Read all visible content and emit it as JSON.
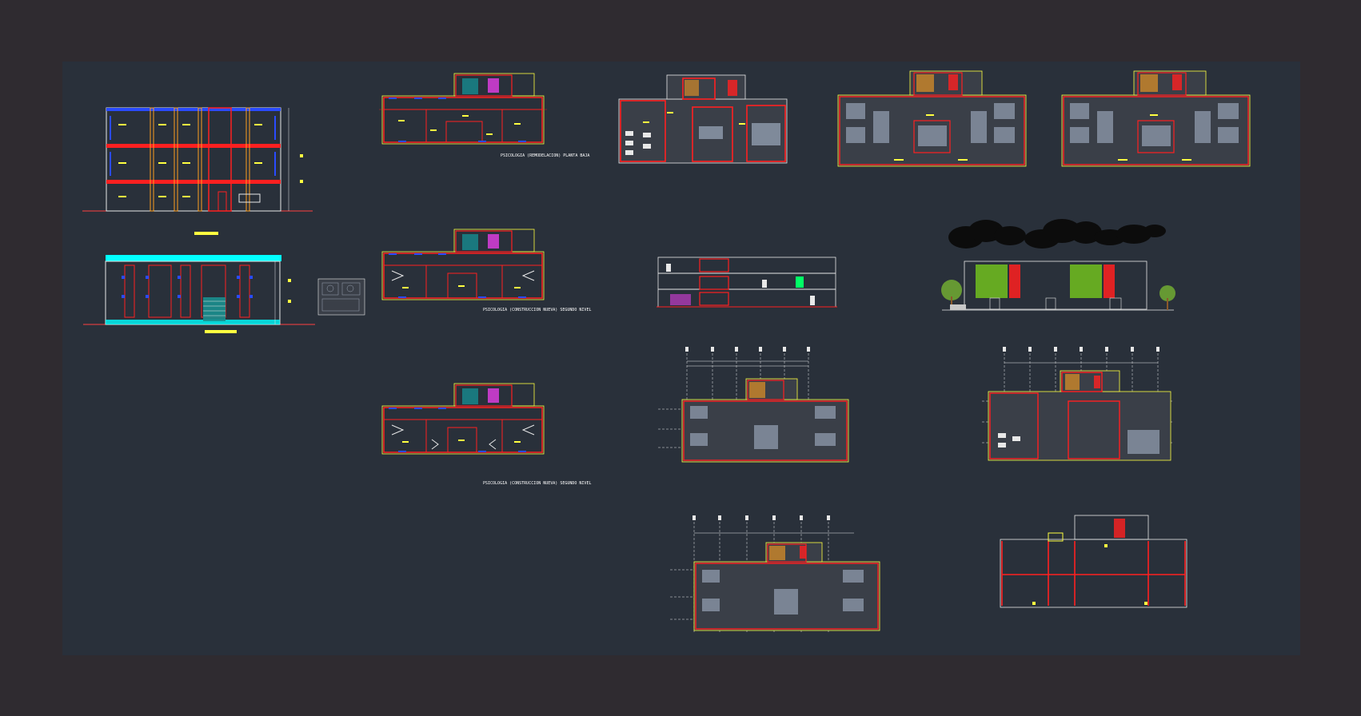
{
  "colors": {
    "outer_frame": "#2f2b30",
    "model_space": "#29303a",
    "wall": "#ff2020",
    "outline": "#e8e8e8",
    "yellow": "#ffff40",
    "cyan": "#00ffff",
    "blue": "#2a4bff",
    "magenta": "#ff40ff",
    "green": "#66aa22",
    "orange": "#ffa020"
  },
  "labels": {
    "elev_1": "",
    "plan_1": "PSICOLOGIA (REMODELACION) PLANTA BAJA",
    "plan_2": "PSICOLOGIA (CONSTRUCCION NUEVA) SEGUNDO NIVEL",
    "plan_3": "PSICOLOGIA (CONSTRUCCION NUEVA) SEGUNDO NIVEL"
  },
  "drawings": [
    {
      "id": "front-elevation",
      "kind": "elevation"
    },
    {
      "id": "side-elevation",
      "kind": "elevation"
    },
    {
      "id": "detail-plan",
      "kind": "plan"
    },
    {
      "id": "plan-ground-remodel",
      "kind": "plan"
    },
    {
      "id": "plan-second-new-1",
      "kind": "plan"
    },
    {
      "id": "plan-second-new-2",
      "kind": "plan"
    },
    {
      "id": "furnished-plan-a",
      "kind": "plan"
    },
    {
      "id": "furnished-plan-b",
      "kind": "plan"
    },
    {
      "id": "furnished-plan-c",
      "kind": "plan"
    },
    {
      "id": "section-a",
      "kind": "section"
    },
    {
      "id": "rendered-elevation",
      "kind": "elevation"
    },
    {
      "id": "gridded-plan-a",
      "kind": "plan"
    },
    {
      "id": "gridded-plan-b",
      "kind": "plan"
    },
    {
      "id": "gridded-plan-c",
      "kind": "plan"
    },
    {
      "id": "structure-plan",
      "kind": "plan"
    }
  ]
}
